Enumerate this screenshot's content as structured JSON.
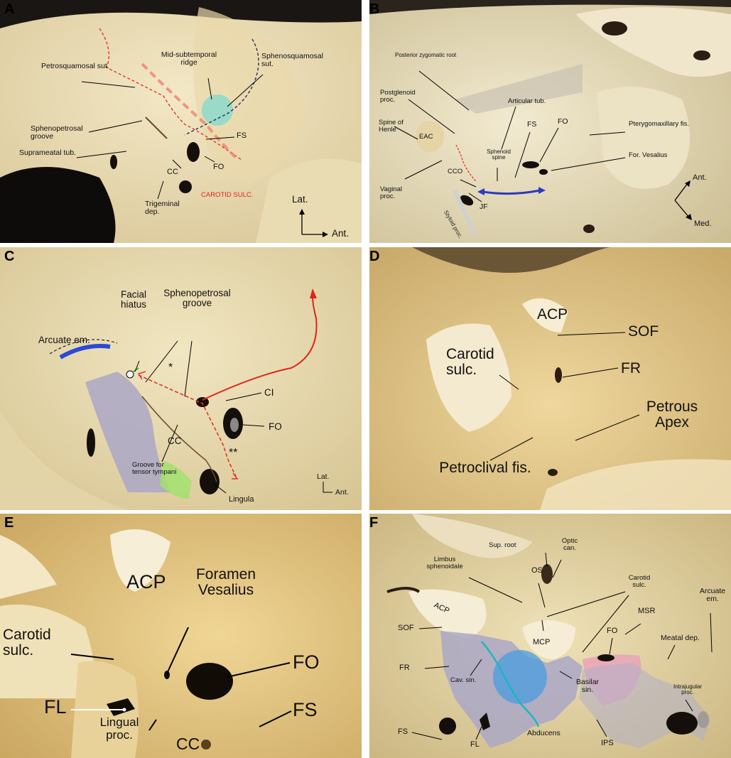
{
  "panels": {
    "A": {
      "letter": "A",
      "labels": {
        "petrosquamosal": "Petrosquamosal sut.",
        "mid_subtemporal": "Mid-subtemporal ridge",
        "sphenosquamosal": "Sphenosquamosal sut.",
        "sphenopetrosal": "Sphenopetrosal groove",
        "suprameatal": "Suprameatal tub.",
        "fs": "FS",
        "fo": "FO",
        "cc": "CC",
        "carotid_sulc": "CAROTID SULC.",
        "trigeminal": "Trigeminal dep.",
        "lat": "Lat.",
        "ant": "Ant."
      }
    },
    "B": {
      "letter": "B",
      "labels": {
        "post_zygomatic": "Posterior zygomatic root",
        "postglenoid": "Postglenoid proc.",
        "articular_tub": "Articular tub.",
        "spine_henle": "Spine of Henle",
        "eac": "EAC",
        "fs": "FS",
        "fo": "FO",
        "pterygomaxillary": "Pterygomaxillary fis.",
        "sphenoid_spine": "Sphenoid spine",
        "for_vesalius": "For. Vesalius",
        "cco": "CCO",
        "vaginal": "Vaginal proc.",
        "styloid": "Styloid proc.",
        "jf": "JF",
        "ant": "Ant.",
        "med": "Med."
      }
    },
    "C": {
      "letter": "C",
      "labels": {
        "facial_hiatus": "Facial hiatus",
        "sphenopetrosal": "Sphenopetrosal groove",
        "arcuate": "Arcuate em.",
        "star1": "*",
        "star2": "**",
        "ci": "CI",
        "fo": "FO",
        "cc": "CC",
        "tensor": "Groove for tensor tympani",
        "lingula": "Lingula",
        "lat": "Lat.",
        "ant": "Ant."
      }
    },
    "D": {
      "letter": "D",
      "labels": {
        "acp": "ACP",
        "sof": "SOF",
        "carotid": "Carotid sulc.",
        "fr": "FR",
        "petrous": "Petrous Apex",
        "petroclival": "Petroclival fis."
      }
    },
    "E": {
      "letter": "E",
      "labels": {
        "acp": "ACP",
        "vesalius": "Foramen Vesalius",
        "carotid": "Carotid sulc.",
        "fo": "FO",
        "fl": "FL",
        "lingual": "Lingual proc.",
        "fs": "FS",
        "cc": "CC"
      }
    },
    "F": {
      "letter": "F",
      "labels": {
        "sup_root": "Sup. root",
        "optic": "Optic can.",
        "limbus": "Limbus sphenoidale",
        "os": "OS",
        "carotid": "Carotid sulc.",
        "arcuate": "Arcuate em.",
        "acp": "ACP",
        "msr": "MSR",
        "sof": "SOF",
        "fo": "FO",
        "meatal": "Meatal dep.",
        "mcp": "MCP",
        "fr": "FR",
        "cav_sin": "Cav. sin.",
        "basilar": "Basilar sin.",
        "intrajugular": "Intrajugular proc.",
        "fs": "FS",
        "fl": "FL",
        "abducens": "Abducens",
        "ips": "IPS"
      }
    }
  },
  "colors": {
    "bone_light": "#f2e8c8",
    "bone_mid": "#e2d3a6",
    "bone_dark": "#b9a578",
    "foramen": "#1a130d",
    "carotid_red": "#e0241a",
    "dashed_red": "#e0362a",
    "dashed_navy": "#1f2d6b",
    "blue_arrow": "#2a3bc4",
    "arcuate_blue": "#2a4ad6",
    "teal_circle": "#7fd9cf",
    "green_patch": "#9fe26a",
    "lavender_overlay": "#a9a6c8",
    "pink_overlay": "#e7a5b8",
    "blue_circle": "#4a9ce0",
    "abducens_line": "#18b8c0"
  }
}
